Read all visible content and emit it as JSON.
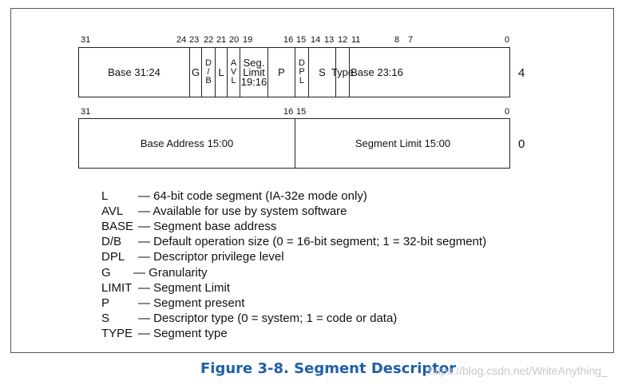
{
  "upper_word": {
    "offset": "4",
    "bit_numbers": [
      "31",
      "24",
      "23",
      "22",
      "21",
      "20",
      "19",
      "16",
      "15",
      "14",
      "13",
      "12",
      "11",
      "8",
      "7",
      "0"
    ],
    "fields": [
      {
        "lines": [
          "Base 31:24"
        ]
      },
      {
        "lines": [
          "G"
        ]
      },
      {
        "lines": [
          "D",
          "/",
          "B"
        ]
      },
      {
        "lines": [
          "L"
        ]
      },
      {
        "lines": [
          "A",
          "V",
          "L"
        ]
      },
      {
        "lines": [
          "Seg.",
          "Limit",
          "19:16"
        ]
      },
      {
        "lines": [
          "P"
        ]
      },
      {
        "lines": [
          "D",
          "P",
          "L"
        ]
      },
      {
        "lines": [
          "S"
        ]
      },
      {
        "lines": [
          "Type"
        ]
      },
      {
        "lines": [
          "Base 23:16"
        ]
      }
    ]
  },
  "lower_word": {
    "offset": "0",
    "bit_numbers": [
      "31",
      "16",
      "15",
      "0"
    ],
    "fields": [
      {
        "lines": [
          "Base Address 15:00"
        ]
      },
      {
        "lines": [
          "Segment Limit 15:00"
        ]
      }
    ]
  },
  "legend": [
    {
      "key": "L",
      "desc": "— 64-bit code segment (IA-32e mode only)"
    },
    {
      "key": "AVL",
      "desc": "— Available for use by system software"
    },
    {
      "key": "BASE",
      "desc": "— Segment base address"
    },
    {
      "key": "D/B",
      "desc": "— Default operation size (0 = 16-bit segment; 1 = 32-bit segment)"
    },
    {
      "key": "DPL",
      "desc": "— Descriptor privilege level"
    },
    {
      "key": "G",
      "desc": "— Granularity"
    },
    {
      "key": "LIMIT",
      "desc": "— Segment Limit"
    },
    {
      "key": "P",
      "desc": "— Segment present"
    },
    {
      "key": "S",
      "desc": "— Descriptor type (0 = system; 1 = code or data)"
    },
    {
      "key": "TYPE",
      "desc": "— Segment type"
    }
  ],
  "caption": "Figure 3-8.  Segment Descriptor",
  "watermark": "https://blog.csdn.net/WriteAnything_"
}
